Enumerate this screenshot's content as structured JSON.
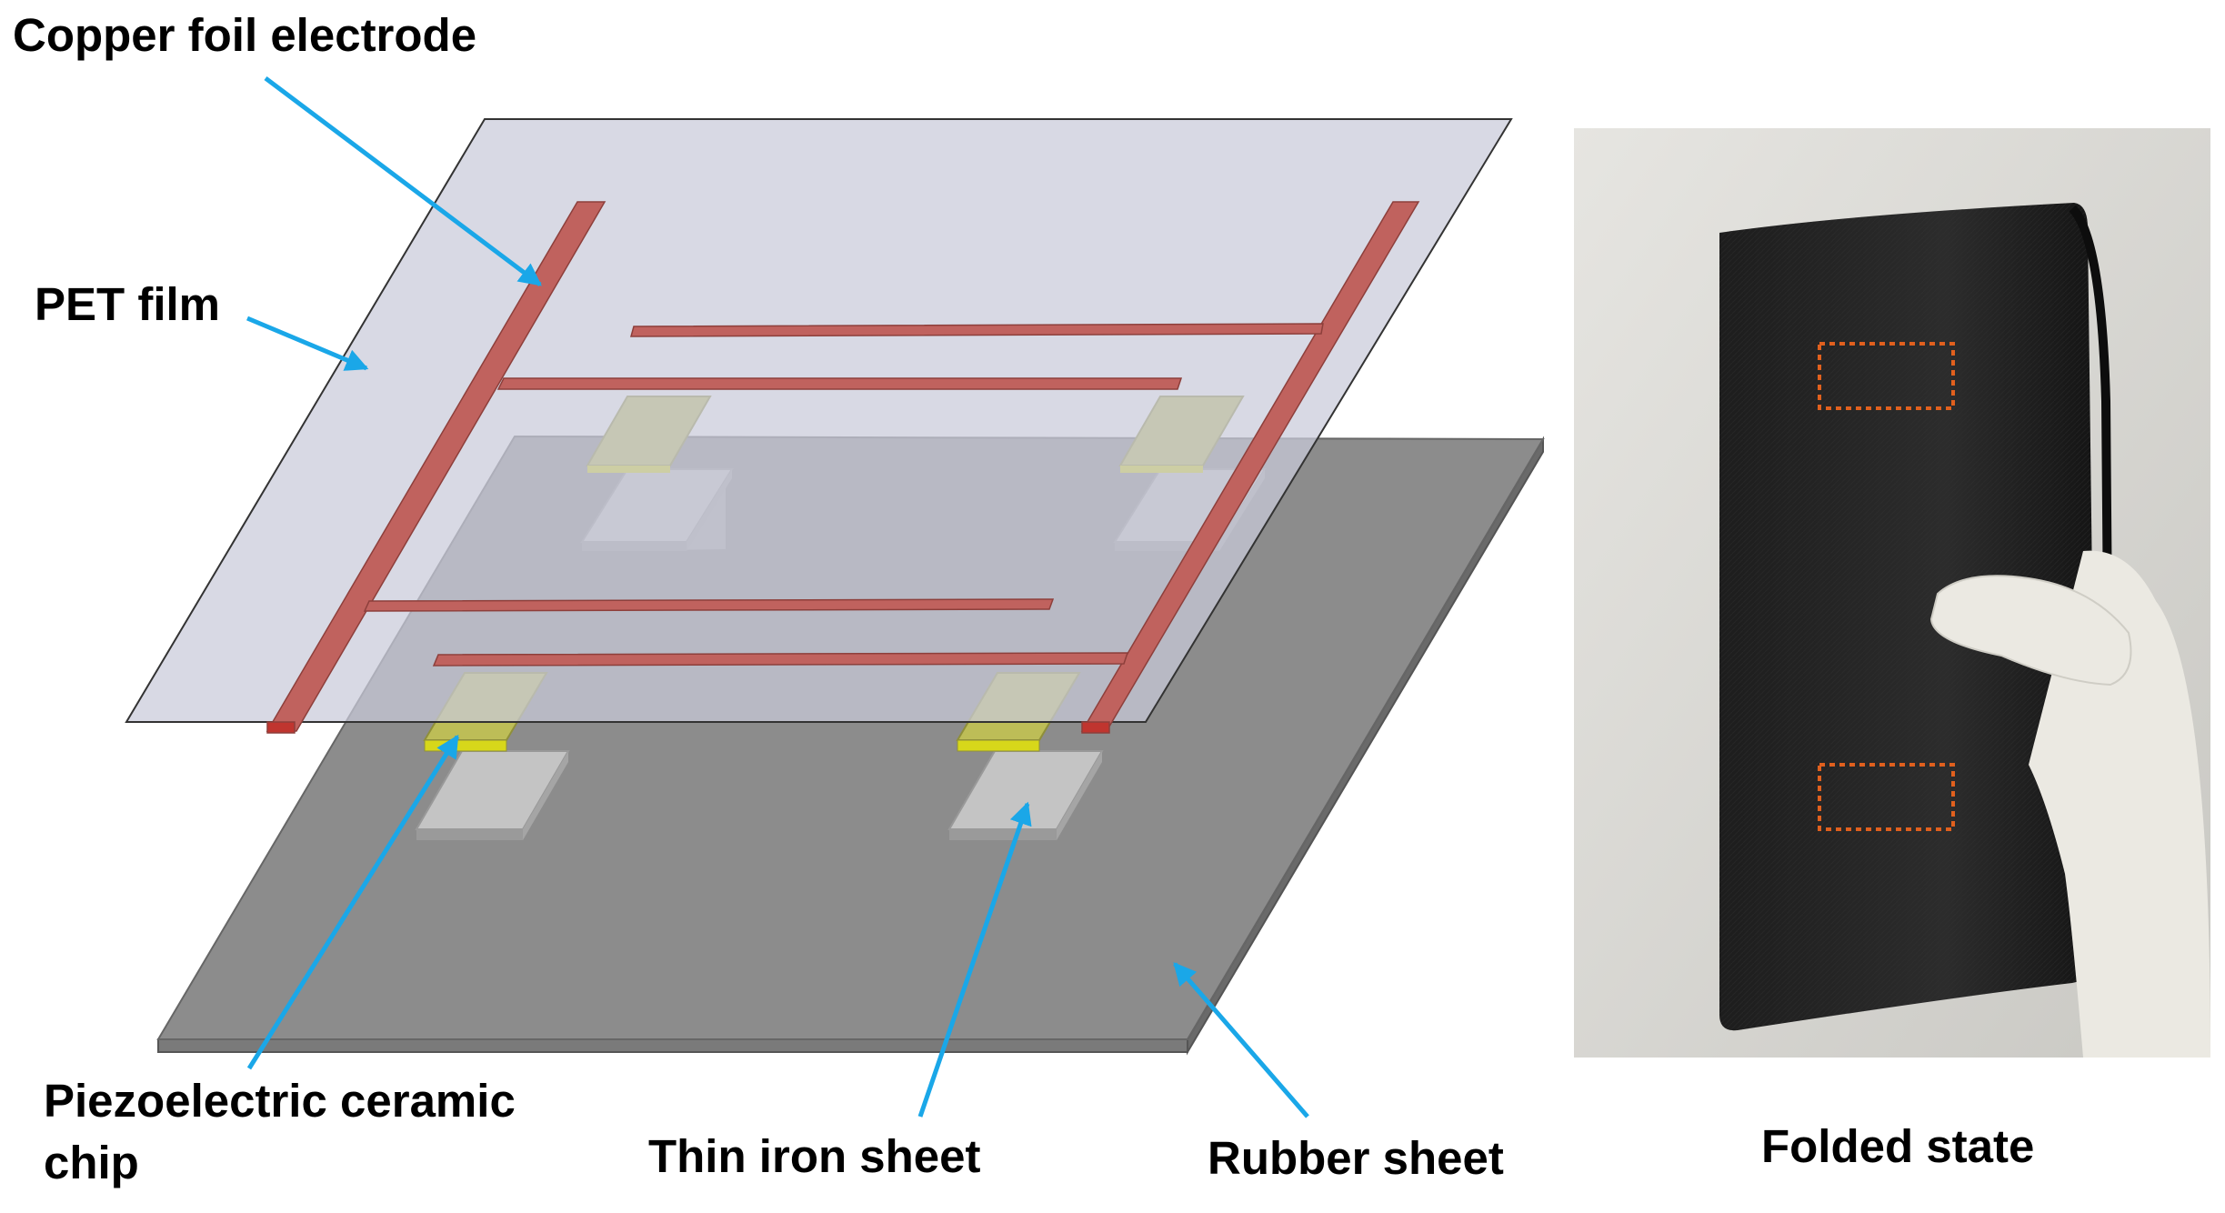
{
  "labels": {
    "copper_foil": "Copper foil electrode",
    "pet_film": "PET film",
    "piezo_line1": "Piezoelectric ceramic",
    "piezo_line2": "chip",
    "iron_sheet": "Thin iron sheet",
    "rubber_sheet": "Rubber sheet",
    "folded_state": "Folded state"
  },
  "colors": {
    "pet_film": "#cfd0dc",
    "rubber": "#8c8c8c",
    "copper": "#c0625e",
    "piezo": "#c8c85a",
    "iron": "#c4c4c4",
    "arrow": "#1aa7e8",
    "marker_box": "#e0601e",
    "sheet_black": "#232323",
    "glove": "#ebe9e2"
  },
  "photo": {
    "subject": "black flexible rubber sheet held folded in a gloved hand",
    "markers": [
      "dashed-rectangle-top",
      "dashed-rectangle-bottom"
    ]
  }
}
